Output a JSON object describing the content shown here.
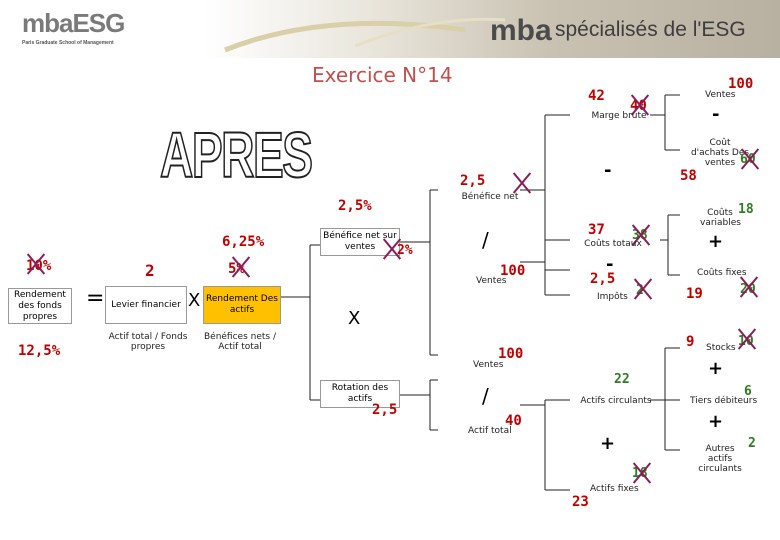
{
  "header": {
    "logo_text": "mbaESG",
    "logo_tagline": "Paris Graduate School of Management",
    "banner_mba": "mba",
    "banner_text": "spécialisés de l'ESG"
  },
  "title": "Exercice N°14",
  "apres": "APRES",
  "left": {
    "roe_label": "Rendement des fonds propres",
    "roe_old": "10%",
    "roe_new": "12,5%",
    "equals": "=",
    "lev_value": "2",
    "lev_label": "Levier financier",
    "lev_formula": "Actif total / Fonds propres",
    "times": "X",
    "roa_new": "6,25%",
    "roa_old": "5%",
    "roa_label": "Rendement Des actifs",
    "roa_formula": "Bénéfices nets / Actif total"
  },
  "middle": {
    "margin_new": "2,5%",
    "margin_label": "Bénéfice net sur ventes",
    "margin_old": "2%",
    "times2": "X",
    "rotation_label": "Rotation des actifs",
    "rotation_value": "2,5",
    "div1": "/",
    "div2": "/",
    "net_profit_new": "2,5",
    "net_profit_label": "Bénéfice net",
    "ventes1_label": "Ventes",
    "ventes1_value": "100",
    "ventes2_label": "Ventes",
    "ventes2_value": "100",
    "actif_total_label": "Actif total",
    "actif_total_value": "40"
  },
  "right": {
    "gross_new": "42",
    "gross_old": "40",
    "gross_label": "Marge brute",
    "ventes_top_label": "Ventes",
    "ventes_top_value": "100",
    "minus1": "-",
    "minus2": "-",
    "minus3": "-",
    "cogs_label": "Coût d'achats Des ventes",
    "cogs_old": "60",
    "cogs_new": "58",
    "costs_new": "37",
    "costs_old": "38",
    "costs_label": "Coûts totaux",
    "var_label": "Coûts variables",
    "var_value": "18",
    "plus1": "+",
    "fixed_label": "Coûts fixes",
    "fixed_new": "19",
    "fixed_old": "20",
    "tax_value": "2,5",
    "tax_label": "Impôts",
    "tax_old": "2",
    "cur_label": "Actifs circulants",
    "cur_value": "22",
    "stock_value": "9",
    "stock_label": "Stocks",
    "stock_old": "10",
    "plus2": "+",
    "tiers_label": "Tiers débiteurs",
    "tiers_value": "6",
    "plus3": "+",
    "autres_label": "Autres actifs circulants",
    "autres_value": "2",
    "plus4": "+",
    "fixe_label": "Actifs fixes",
    "fixe_new": "23",
    "fixe_old": "18"
  }
}
